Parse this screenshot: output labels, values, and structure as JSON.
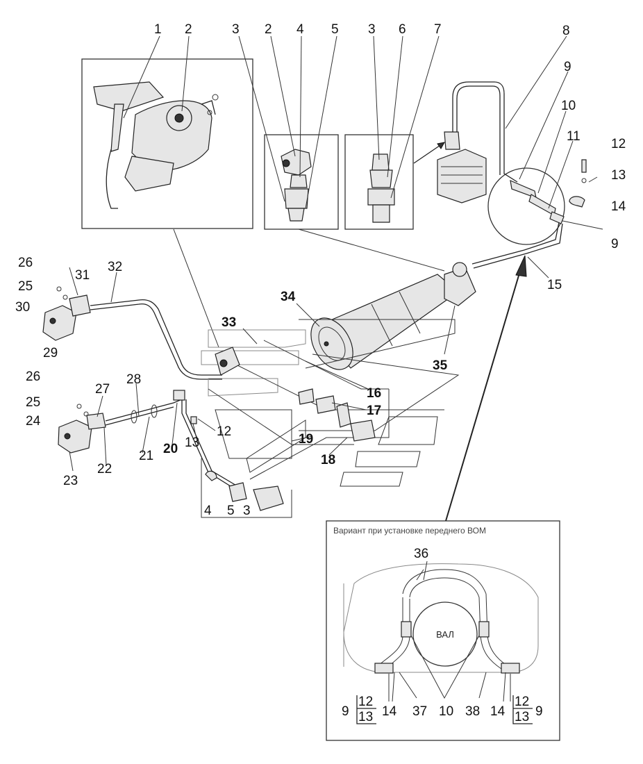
{
  "inset": {
    "caption": "Вариант при установке переднего ВОМ",
    "shaft_label": "ВАЛ"
  },
  "labels": [
    {
      "id": "l1",
      "text": "1"
    },
    {
      "id": "l2a",
      "text": "2"
    },
    {
      "id": "l3a",
      "text": "3"
    },
    {
      "id": "l2b",
      "text": "2"
    },
    {
      "id": "l4a",
      "text": "4"
    },
    {
      "id": "l5a",
      "text": "5"
    },
    {
      "id": "l3b",
      "text": "3"
    },
    {
      "id": "l6",
      "text": "6"
    },
    {
      "id": "l7",
      "text": "7"
    },
    {
      "id": "l8",
      "text": "8"
    },
    {
      "id": "l9a",
      "text": "9"
    },
    {
      "id": "l10a",
      "text": "10"
    },
    {
      "id": "l11",
      "text": "11"
    },
    {
      "id": "l12a",
      "text": "12"
    },
    {
      "id": "l13a",
      "text": "13"
    },
    {
      "id": "l14a",
      "text": "14"
    },
    {
      "id": "l9b",
      "text": "9"
    },
    {
      "id": "l15",
      "text": "15"
    },
    {
      "id": "l26a",
      "text": "26"
    },
    {
      "id": "l25a",
      "text": "25"
    },
    {
      "id": "l31",
      "text": "31"
    },
    {
      "id": "l32",
      "text": "32"
    },
    {
      "id": "l30",
      "text": "30"
    },
    {
      "id": "l29",
      "text": "29"
    },
    {
      "id": "l34",
      "text": "34"
    },
    {
      "id": "l33",
      "text": "33"
    },
    {
      "id": "l35",
      "text": "35"
    },
    {
      "id": "l16",
      "text": "16"
    },
    {
      "id": "l17",
      "text": "17"
    },
    {
      "id": "l26b",
      "text": "26"
    },
    {
      "id": "l27",
      "text": "27"
    },
    {
      "id": "l28",
      "text": "28"
    },
    {
      "id": "l25b",
      "text": "25"
    },
    {
      "id": "l24",
      "text": "24"
    },
    {
      "id": "l21",
      "text": "21"
    },
    {
      "id": "l20",
      "text": "20"
    },
    {
      "id": "l13b",
      "text": "13"
    },
    {
      "id": "l12b",
      "text": "12"
    },
    {
      "id": "l19",
      "text": "19"
    },
    {
      "id": "l18",
      "text": "18"
    },
    {
      "id": "l23",
      "text": "23"
    },
    {
      "id": "l22",
      "text": "22"
    },
    {
      "id": "l4b",
      "text": "4"
    },
    {
      "id": "l5b",
      "text": "5"
    },
    {
      "id": "l3c",
      "text": "3"
    },
    {
      "id": "l36",
      "text": "36"
    },
    {
      "id": "l9c",
      "text": "9"
    },
    {
      "id": "l12c",
      "text": "12"
    },
    {
      "id": "l13c",
      "text": "13"
    },
    {
      "id": "l14b",
      "text": "14"
    },
    {
      "id": "l37",
      "text": "37"
    },
    {
      "id": "l10b",
      "text": "10"
    },
    {
      "id": "l38",
      "text": "38"
    },
    {
      "id": "l14c",
      "text": "14"
    },
    {
      "id": "l12d",
      "text": "12"
    },
    {
      "id": "l13d",
      "text": "13"
    },
    {
      "id": "l9d",
      "text": "9"
    }
  ]
}
